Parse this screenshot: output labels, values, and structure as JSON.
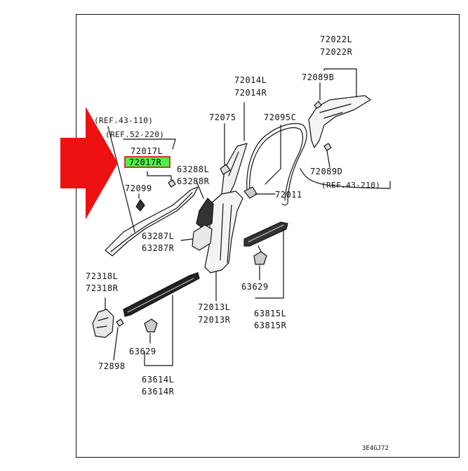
{
  "colors": {
    "highlight_fill": "#4cf04c",
    "highlight_border": "#e00000",
    "arrow": "#ee1111",
    "line": "#111111"
  },
  "labels": {
    "p72022l": "72022L",
    "p72022r": "72022R",
    "p72089b": "72089B",
    "p72014l": "72014L",
    "p72014r": "72014R",
    "ref110": "(REF.43-110)",
    "ref220": "(REF.52-220)",
    "p72075": "72075",
    "p72095c": "72095C",
    "p72017l": "72017L",
    "p72017r": "72017R",
    "p63288l": "63288L",
    "p63288r": "63288R",
    "p72099": "72099",
    "p72089d": "72089D",
    "ref210": "(REF.43-210)",
    "p72011": "72011",
    "p63287l": "63287L",
    "p63287r": "63287R",
    "p72318l": "72318L",
    "p72318r": "72318R",
    "p63629a": "63629",
    "p72013l": "72013L",
    "p72013r": "72013R",
    "p63815l": "63815L",
    "p63815r": "63815R",
    "p63629b": "63629",
    "p72898": "72898",
    "p63614l": "63614L",
    "p63614r": "63614R",
    "drawing_code": "3E4GJ72"
  },
  "icons": {
    "direction_arrow": "right-arrow-icon"
  }
}
